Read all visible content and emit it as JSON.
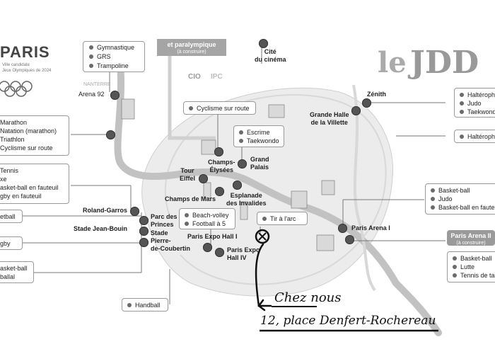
{
  "brand": {
    "paris": "PARIS",
    "paris_sub": [
      "Ville candidate",
      "Jeux Olympiques de 2024"
    ],
    "jdd": "JDD",
    "jdd_prefix": "le"
  },
  "map_labels": {
    "nanterre": "NANTERRE",
    "cio": "CIO",
    "ipc": "IPC",
    "olympic_paralympic": "et paralympique",
    "to_build": "(à construire)"
  },
  "venues": {
    "arena92": "Arena 92",
    "cite_cinema": [
      "Cité",
      "du cinéma"
    ],
    "zenith": "Zénith",
    "grande_halle": [
      "Grande Halle",
      "de la Villette"
    ],
    "champs_elysees": [
      "Champs-",
      "Élysées"
    ],
    "grand_palais": [
      "Grand",
      "Palais"
    ],
    "tour_eiffel": [
      "Tour",
      "Eiffel"
    ],
    "champs_de_mars": "Champs de Mars",
    "esplanade": [
      "Esplanade",
      "des Invalides"
    ],
    "roland_garros": "Roland-Garros",
    "parc_des_princes": [
      "Parc des",
      "Princes"
    ],
    "stade_jean_bouin": "Stade Jean-Bouin",
    "stade_coubertin": [
      "Stade",
      "Pierre-",
      "de-Coubertin"
    ],
    "paris_expo_1": "Paris Expo Hall I",
    "paris_expo_4": [
      "Paris Expo",
      "Hall IV"
    ],
    "paris_arena_1": "Paris Arena I"
  },
  "boxes": {
    "north_sports": [
      "Gymnastique",
      "GRS",
      "Trampoline"
    ],
    "cyclisme": "Cyclisme sur route",
    "escrime": [
      "Escrime",
      "Taekwondo"
    ],
    "left_marathon": [
      "Marathon",
      "Natation (marathon)",
      "Triathlon",
      "Cyclisme sur route"
    ],
    "left_tennis": [
      "Tennis",
      "xe",
      "asket-ball en fauteuil",
      "gby en fauteuil"
    ],
    "left_etball": "etball",
    "left_gby": "gby",
    "left_basket": [
      "asket-ball",
      "ballal"
    ],
    "beach": [
      "Beach-volley",
      "Football à 5"
    ],
    "tir": "Tir à l'arc",
    "handball": "Handball",
    "right_halt": [
      "Haltérophilie",
      "Judo",
      "Taekwondo"
    ],
    "right_halt2": "Haltérophilie",
    "right_basket": [
      "Basket-ball",
      "Judo",
      "Basket-ball en fauteuil"
    ],
    "right_arena2": [
      "Basket-ball",
      "Lutte",
      "Tennis de table"
    ]
  },
  "banner_top": "et paralympique",
  "banner_right": {
    "title": "Paris Arena II",
    "sub": "(à construire)"
  },
  "annotation": {
    "line1": "Chez nous",
    "line2": "12, place Denfert-Rochereau"
  },
  "colors": {
    "river": "#bfbfbf",
    "city": "#ececec",
    "dot": "#555555",
    "banner": "#9a9a9a",
    "ink": "#111111"
  }
}
